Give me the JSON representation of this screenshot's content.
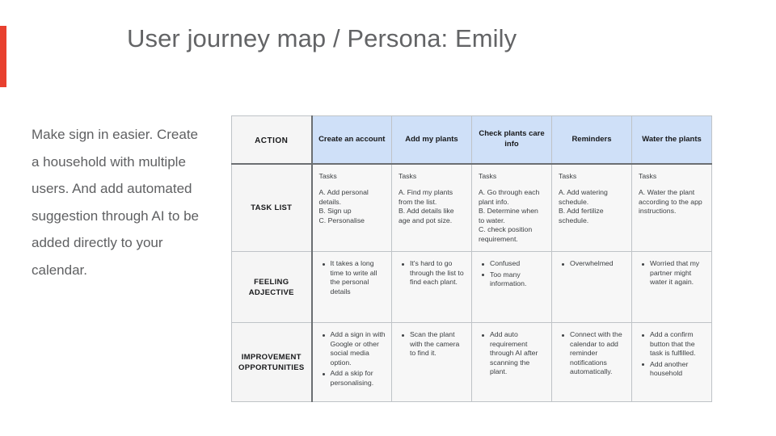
{
  "slide": {
    "title": "User journey map / Persona: Emily",
    "accent_color": "#E8402F",
    "header_cell_color": "#CFE0F8",
    "notes": "Make sign in easier. Create a household with multiple users. And add automated suggestion through AI to be added directly to your calendar."
  },
  "table": {
    "corner_label": "ACTION",
    "stages": [
      "Create an account",
      "Add my plants",
      "Check plants care info",
      "Reminders",
      "Water the plants"
    ],
    "rows": [
      {
        "label": "TASK LIST",
        "type": "tasks",
        "cells": [
          {
            "caption": "Tasks",
            "lines": [
              "A. Add personal details.",
              "B. Sign up",
              "C. Personalise"
            ]
          },
          {
            "caption": "Tasks",
            "lines": [
              "A. Find my plants from the list.",
              "B. Add details like age and pot size."
            ]
          },
          {
            "caption": "Tasks",
            "lines": [
              "A. Go through each plant info.",
              "B. Determine when to water.",
              "C. check position requirement."
            ]
          },
          {
            "caption": "Tasks",
            "lines": [
              "A. Add watering schedule.",
              "B. Add fertilize schedule."
            ]
          },
          {
            "caption": "Tasks",
            "lines": [
              "A. Water the plant according to the app instructions."
            ]
          }
        ]
      },
      {
        "label": "FEELING ADJECTIVE",
        "type": "bullets",
        "cells": [
          {
            "items": [
              "It takes a long time to write all the personal details"
            ]
          },
          {
            "items": [
              "It's hard to go through the list to find each plant."
            ]
          },
          {
            "items": [
              "Confused",
              "Too many information."
            ]
          },
          {
            "items": [
              "Overwhelmed"
            ]
          },
          {
            "items": [
              "Worried that my partner might water it again."
            ]
          }
        ]
      },
      {
        "label": "IMPROVEMENT OPPORTUNITIES",
        "type": "bullets",
        "cells": [
          {
            "items": [
              "Add a sign in with Google or other social media option.",
              "Add a skip for personalising."
            ]
          },
          {
            "items": [
              "Scan the plant with the camera to find it."
            ]
          },
          {
            "items": [
              "Add auto requirement through AI after scanning the plant."
            ]
          },
          {
            "items": [
              "Connect with the calendar to add reminder notifications automatically."
            ]
          },
          {
            "items": [
              "Add a confirm button that the task is fulfilled.",
              "Add another household"
            ]
          }
        ]
      }
    ]
  }
}
